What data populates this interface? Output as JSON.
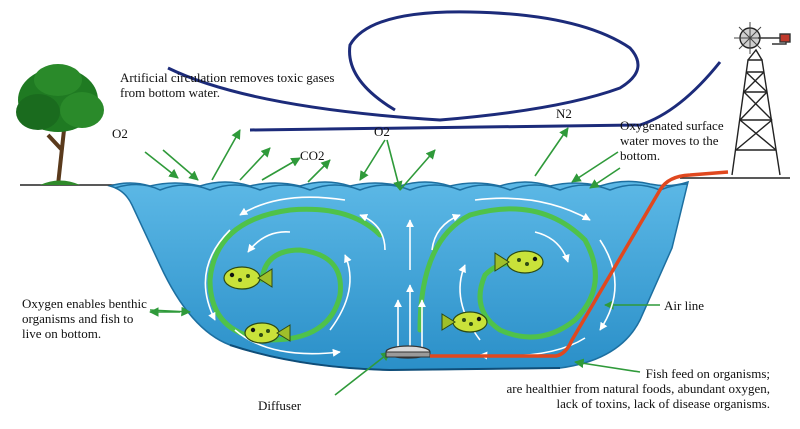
{
  "labels": {
    "artificial_circulation": "Artificial circulation removes toxic gases from bottom water.",
    "o2_left": "O2",
    "co2": "CO2",
    "o2_center": "O2",
    "n2": "N2",
    "oxygenated": "Oxygenated surface water moves to the bottom.",
    "oxygen_benthic": "Oxygen enables benthic organisms and fish to live on bottom.",
    "air_line": "Air line",
    "diffuser": "Diffuser",
    "fish_feed_line1": "Fish feed on organisms;",
    "fish_feed_line2": "are healthier from natural foods, abundant oxygen,",
    "fish_feed_line3": "lack of toxins, lack of disease organisms."
  },
  "colors": {
    "water": "#3aa3d8",
    "water_dark": "#1d6fa0",
    "wind_line": "#1c2b7a",
    "arrow": "#2f9a3a",
    "swirl": "#4fc24a",
    "air_line": "#e0481f",
    "tree_foliage": "#1f7a22",
    "fish": "#c9e23a"
  }
}
